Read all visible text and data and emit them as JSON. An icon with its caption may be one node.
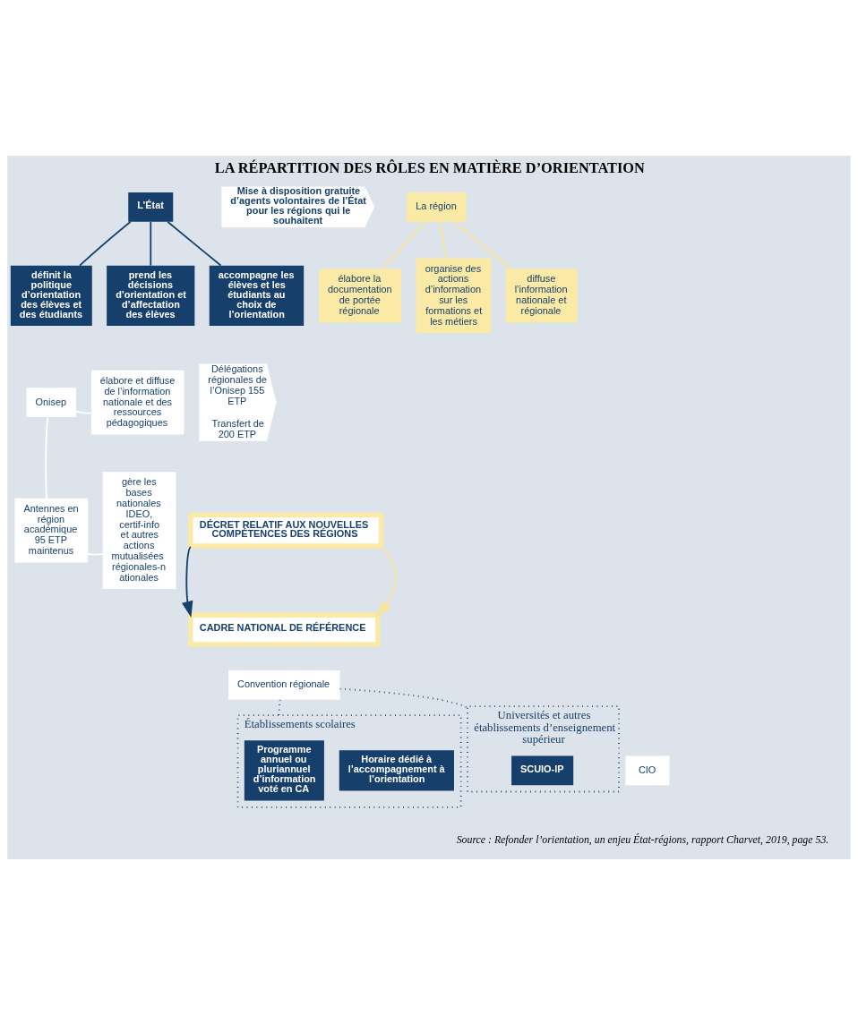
{
  "diagram": {
    "title": "LA RÉPARTITION DES RÔLES EN MATIÈRE D’ORIENTATION",
    "caption": "Source : Refonder l’orientation, un enjeu État-régions, rapport Charvet, 2019, page 53.",
    "nodes": [
      {
        "text": [
          "L’État"
        ]
      },
      {
        "text": [
          "Mise à disposition gratuite d’agents volontaires de l’État pour les régions qui le souhaitent"
        ]
      },
      {
        "text": [
          "La région"
        ]
      },
      {
        "text": [
          "définit la politique d’orientation des élèves et des étudiants"
        ]
      },
      {
        "text": [
          "prend les décisions d’orientation et d’affectation des élèves"
        ]
      },
      {
        "text": [
          "accompagne les élèves et les étudiants au choix de l’orientation"
        ]
      },
      {
        "text": [
          "élabore la documentation de portée régionale"
        ]
      },
      {
        "text": [
          "organise des actions d’information sur les formations et les métiers"
        ]
      },
      {
        "text": [
          "diffuse l’information nationale et régionale"
        ]
      },
      {
        "text": [
          "Onisep"
        ]
      },
      {
        "text": [
          "élabore et diffuse de l’information nationale et des ressources pédagogiques"
        ]
      },
      {
        "text": [
          "Délégations régionales de l’Onisep 155 ETP",
          "Transfert de 200 ETP"
        ]
      },
      {
        "text": [
          "Antennes en région académique 95 ETP maintenus"
        ]
      },
      {
        "text": [
          "gère les bases nationales IDEO, certif-info et autres actions mutualisées régionales-nationales"
        ]
      },
      {
        "text": [
          "DÉCRET RELATIF AUX NOUVELLES COMPÉTENCES DES RÉGIONS"
        ]
      },
      {
        "text": [
          "CADRE NATIONAL DE RÉFÉRENCE"
        ]
      },
      {
        "text": [
          "Convention régionale"
        ]
      },
      {
        "text": [
          "Établissements scolaires"
        ]
      },
      {
        "text": [
          "Programme annuel ou pluriannuel d’information voté en CA"
        ],
        "in": 17
      },
      {
        "text": [
          "Horaire dédié à l’accompagnement à l’orientation"
        ],
        "in": 17
      },
      {
        "text": [
          "CIO"
        ]
      },
      {
        "text": [
          "Universités et autres établissements d’enseignement supérieur"
        ]
      },
      {
        "text": [
          "SCUIO-IP"
        ],
        "in": 21
      }
    ],
    "edges": [
      {
        "from": 0,
        "to": 3,
        "arrow": "none"
      },
      {
        "from": 0,
        "to": 4,
        "arrow": "none"
      },
      {
        "from": 0,
        "to": 5,
        "arrow": "none"
      },
      {
        "from": 2,
        "to": 6,
        "arrow": "none",
        "color": "#f7e59b"
      },
      {
        "from": 2,
        "to": 7,
        "arrow": "none",
        "color": "#f7e59b"
      },
      {
        "from": 2,
        "to": 8,
        "arrow": "none",
        "color": "#f7e59b"
      },
      {
        "from": 9,
        "to": 10,
        "arrow": "none",
        "color": "#ffffff"
      },
      {
        "from": 9,
        "to": 12,
        "arrow": "none",
        "color": "#ffffff"
      },
      {
        "from": 12,
        "to": 13,
        "arrow": "none",
        "color": "#ffffff"
      },
      {
        "from": 14,
        "to": 15,
        "arrow": "to"
      },
      {
        "from": 14,
        "to": 15,
        "arrow": "to",
        "color": "#f7e59b"
      },
      {
        "from": 16,
        "to": 17,
        "arrow": "none",
        "style": "dashed"
      },
      {
        "from": 16,
        "to": 21,
        "arrow": "none",
        "style": "dashed"
      }
    ]
  }
}
